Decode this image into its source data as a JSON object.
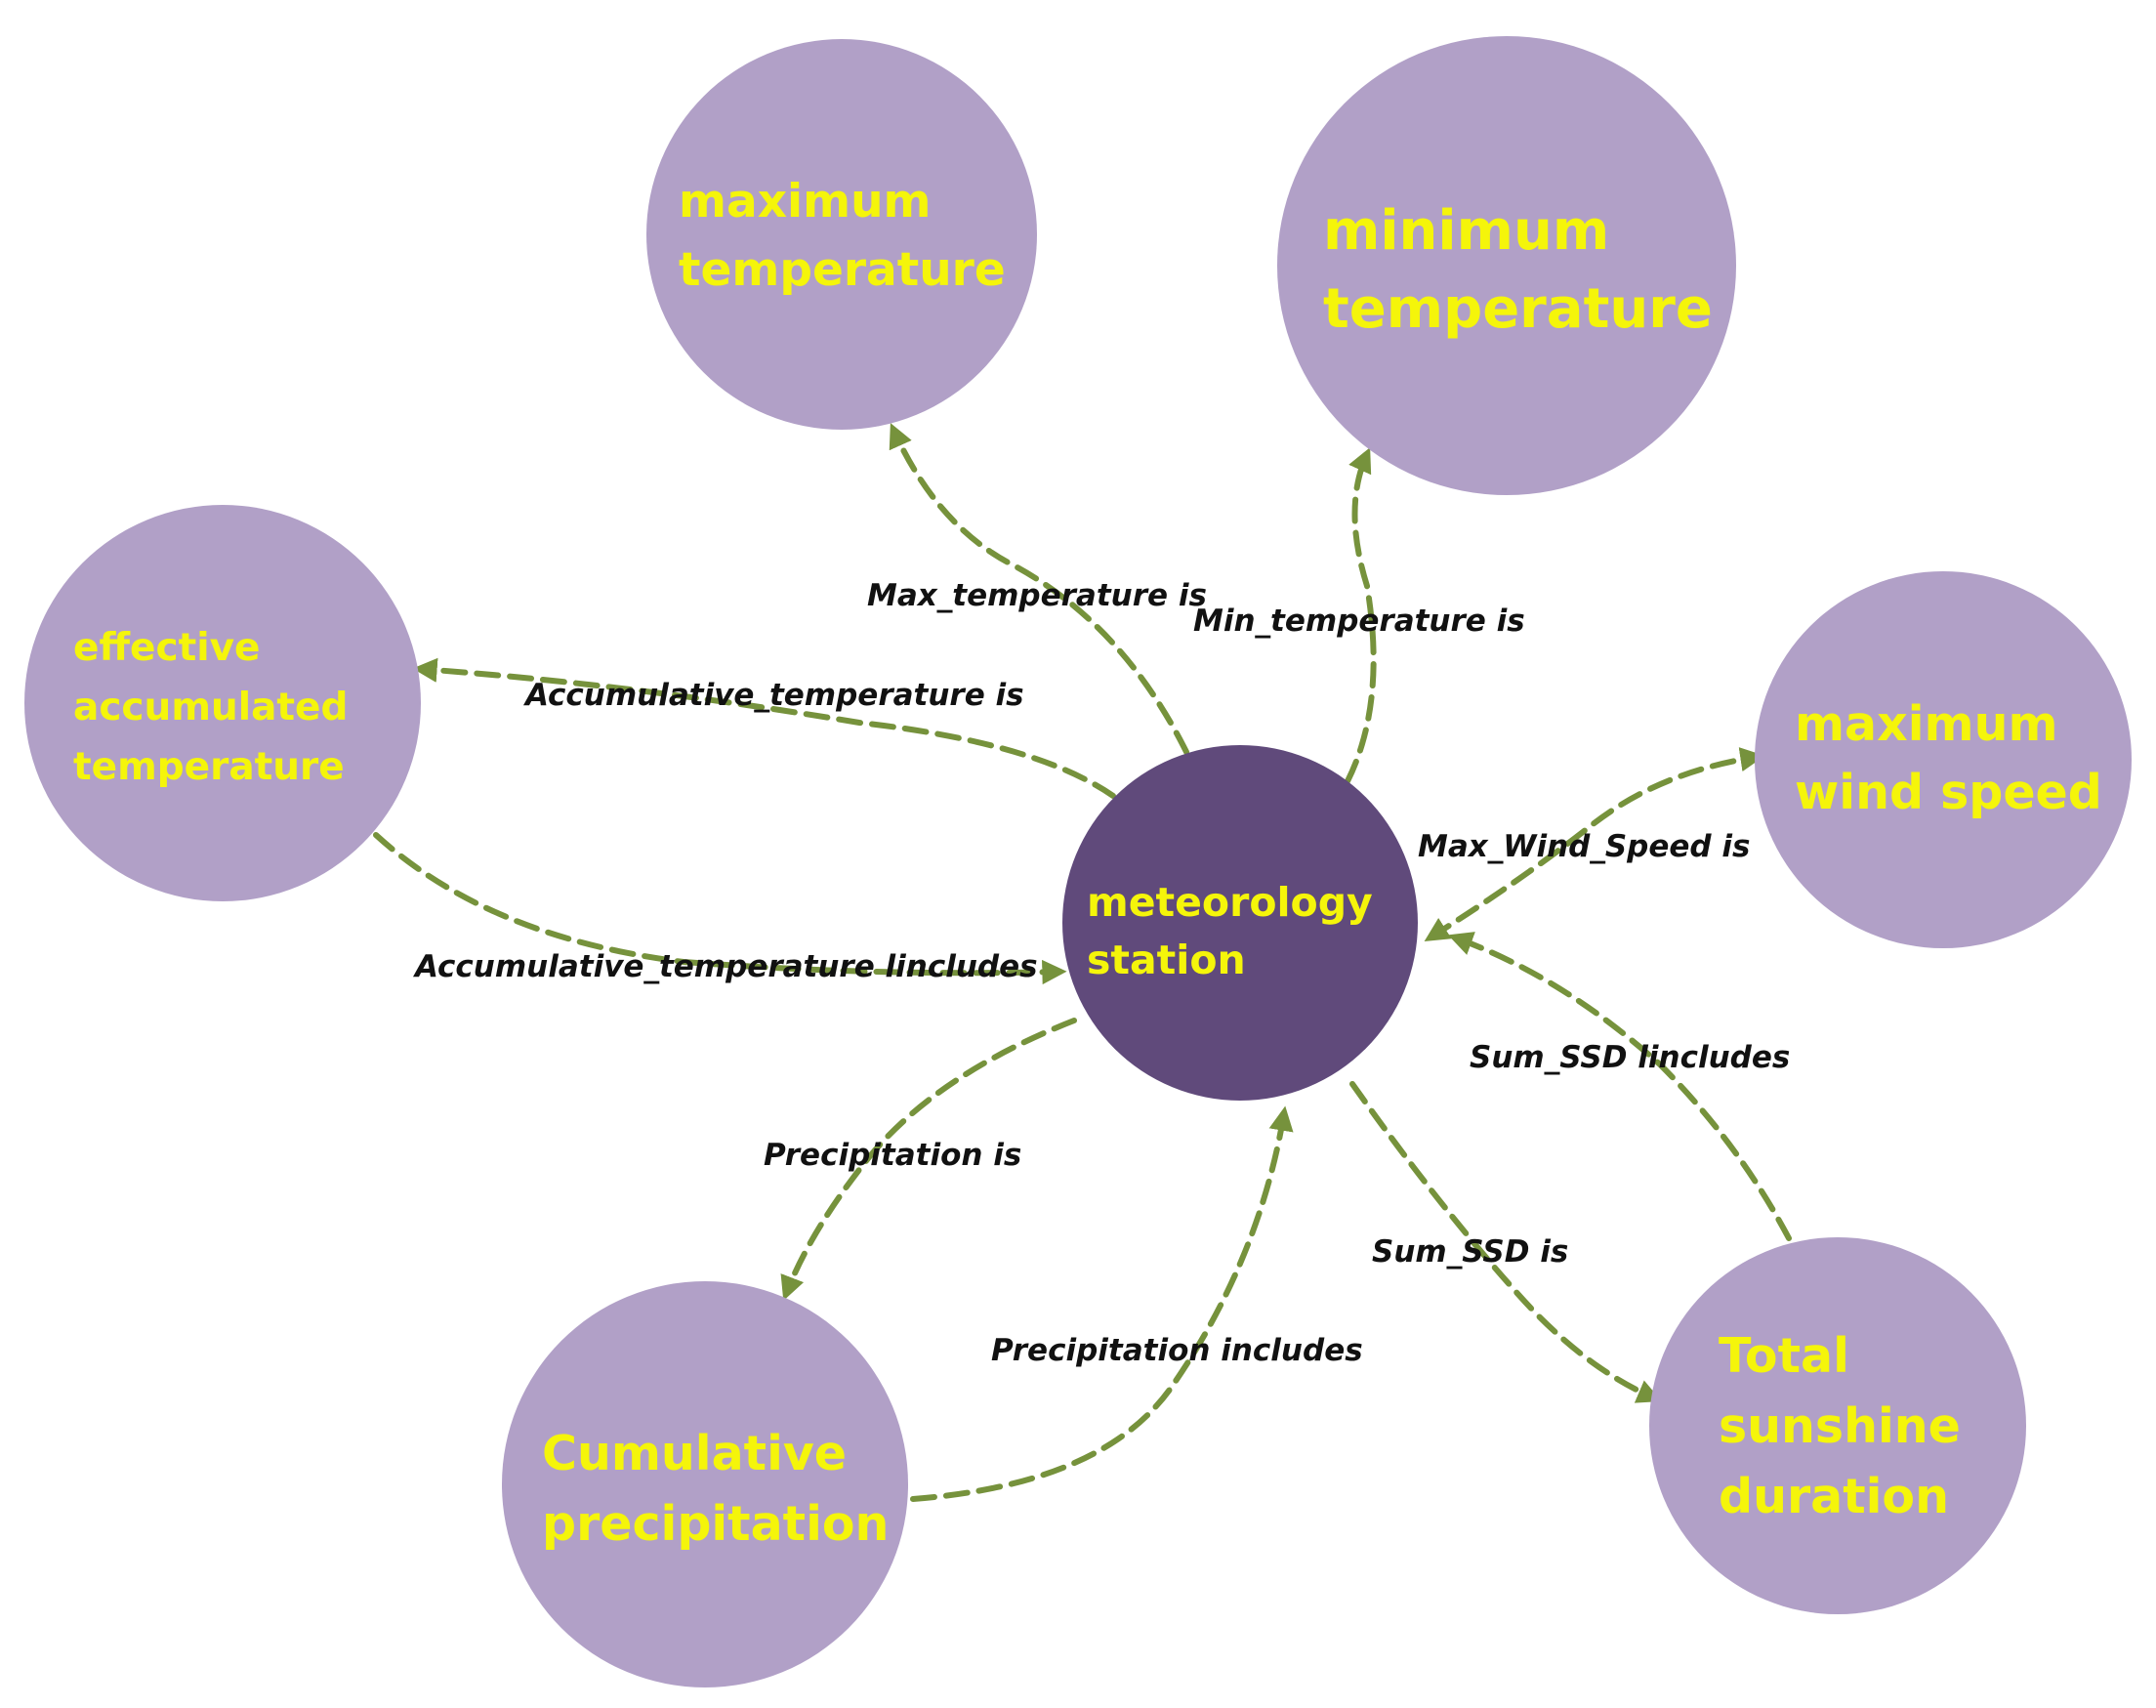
{
  "colors": {
    "outer_node": "#b1a0c7",
    "center_node": "#604a7b",
    "node_text": "#f5f50a",
    "edge": "#76923c",
    "label": "#111111"
  },
  "nodes": {
    "center": {
      "line1": "meteorology",
      "line2": "station"
    },
    "max_temperature": {
      "line1": "maximum",
      "line2": "temperature"
    },
    "min_temperature": {
      "line1": "minimum",
      "line2": "temperature"
    },
    "effective_accumulated_temperature": {
      "line1": "effective",
      "line2": "accumulated",
      "line3": "temperature"
    },
    "max_wind_speed": {
      "line1": "maximum",
      "line2": "wind speed"
    },
    "cumulative_precipitation": {
      "line1": "Cumulative",
      "line2": "precipitation"
    },
    "total_sunshine_duration": {
      "line1": "Total",
      "line2": "sunshine",
      "line3": "duration"
    }
  },
  "edges": {
    "max_temperature_is": "Max_temperature is",
    "min_temperature_is": "Min_temperature is",
    "accumulative_temperature_is": "Accumulative_temperature is",
    "accumulative_temperature_includes": "Accumulative_temperature lincludes",
    "max_wind_speed_is": "Max_Wind_Speed is",
    "sum_ssd_includes": "Sum_SSD lincludes",
    "precipitation_is": "Precipitation is",
    "precipitation_includes": "Precipitation includes",
    "sum_ssd_is": "Sum_SSD is"
  }
}
